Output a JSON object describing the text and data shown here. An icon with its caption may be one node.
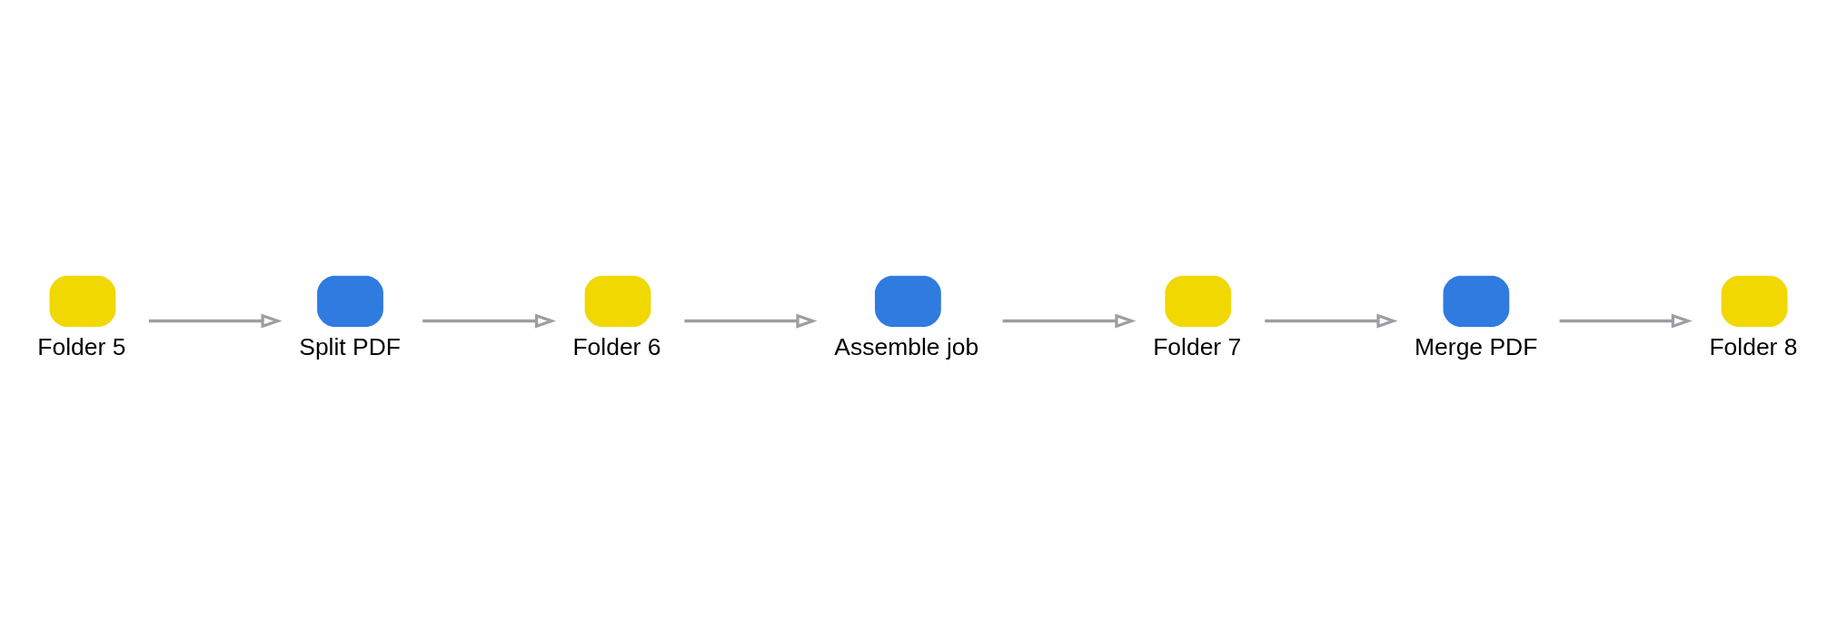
{
  "diagram": {
    "nodes": [
      {
        "text": [
          "Folder 5"
        ]
      },
      {
        "text": [
          "Split PDF"
        ]
      },
      {
        "text": [
          "Folder 6"
        ]
      },
      {
        "text": [
          "Assemble job"
        ]
      },
      {
        "text": [
          "Folder 7"
        ]
      },
      {
        "text": [
          "Merge PDF"
        ]
      },
      {
        "text": [
          "Folder 8"
        ]
      }
    ],
    "edges": [
      {
        "from": 0,
        "to": 1,
        "arrow": "to"
      },
      {
        "from": 1,
        "to": 2,
        "arrow": "to"
      },
      {
        "from": 2,
        "to": 3,
        "arrow": "to"
      },
      {
        "from": 3,
        "to": 4,
        "arrow": "to"
      },
      {
        "from": 4,
        "to": 5,
        "arrow": "to"
      },
      {
        "from": 5,
        "to": 6,
        "arrow": "to"
      }
    ]
  }
}
